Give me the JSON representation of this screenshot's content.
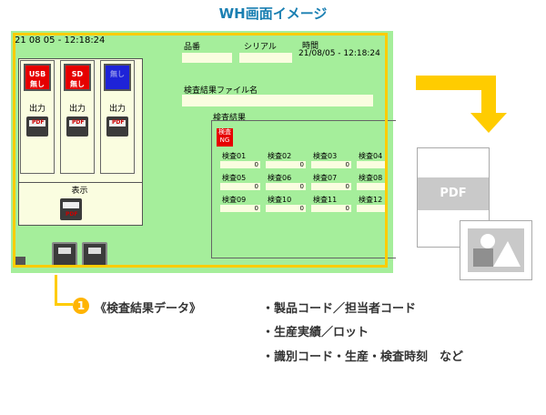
{
  "header": {
    "title": "WH画面イメージ"
  },
  "screen": {
    "clock": "21 08 05 - 12:18:24",
    "media_buttons": [
      {
        "label": "USB\n無し",
        "color": "#e60000"
      },
      {
        "label": "SD\n無し",
        "color": "#e60000"
      },
      {
        "label": "無し",
        "color": "#1e23d8"
      }
    ],
    "output_label": "出力",
    "display_label": "表示",
    "pdf_tag": "PDF",
    "fields": {
      "hinban": "品番",
      "serial": "シリアル",
      "time": "時間",
      "time_value": "21/08/05 - 12:18:24",
      "file_label": "検査結果ファイル名"
    },
    "result": {
      "title": "検査結果",
      "ng_label": "検査\nNG",
      "checks": [
        {
          "name": "検査01",
          "value": "0"
        },
        {
          "name": "検査02",
          "value": "0"
        },
        {
          "name": "検査03",
          "value": "0"
        },
        {
          "name": "検査04",
          "value": ""
        },
        {
          "name": "検査05",
          "value": "0"
        },
        {
          "name": "検査06",
          "value": "0"
        },
        {
          "name": "検査07",
          "value": "0"
        },
        {
          "name": "検査08",
          "value": ""
        },
        {
          "name": "検査09",
          "value": "0"
        },
        {
          "name": "検査10",
          "value": "0"
        },
        {
          "name": "検査11",
          "value": "0"
        },
        {
          "name": "検査12",
          "value": ""
        }
      ]
    }
  },
  "export": {
    "pdf_label": "PDF"
  },
  "annotation": {
    "badge": "1",
    "title": "《検査結果データ》",
    "items": [
      "・製品コード／担当者コード",
      "・生産実績／ロット",
      "・識別コード・生産・検査時刻　など"
    ]
  },
  "colors": {
    "accent": "#ffcc00",
    "screen_bg": "#a5ee9b",
    "title": "#1a7fb2",
    "ng": "#e60000"
  }
}
